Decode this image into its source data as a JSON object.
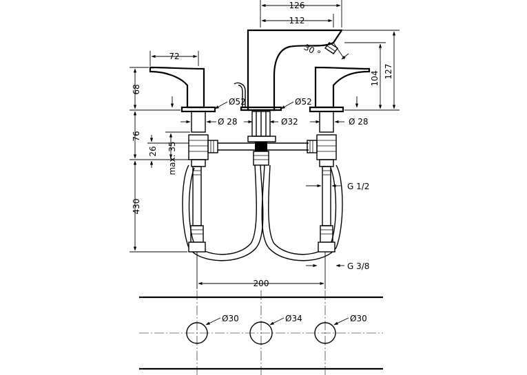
{
  "dimensions": {
    "d126": "126",
    "d112": "112",
    "d30deg": "30 °",
    "d72": "72",
    "d68": "68",
    "d104": "104",
    "d127": "127",
    "d52_left": "Ø52",
    "d52_right": "Ø52",
    "d28_left": "Ø 28",
    "d32": "Ø32",
    "d28_right": "Ø 28",
    "d76": "76",
    "d26": "26",
    "dmax35": "max. 35",
    "d430": "430",
    "g12": "G 1/2",
    "g38": "G 3/8",
    "d200": "200",
    "hole_left": "Ø30",
    "hole_center": "Ø34",
    "hole_right": "Ø30"
  }
}
